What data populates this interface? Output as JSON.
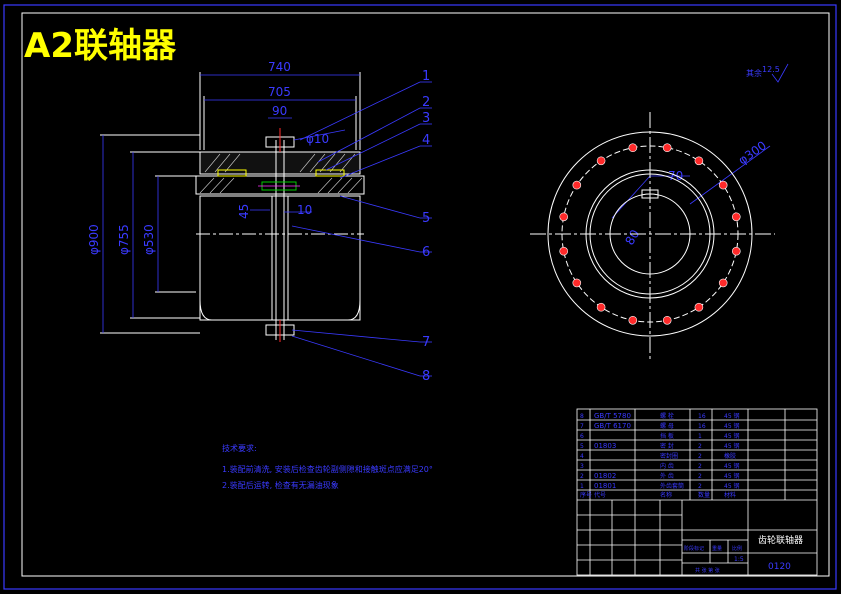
{
  "title": "A2联轴器",
  "colors": {
    "background": "#000000",
    "line": "#ffffff",
    "dim": "#3a3aff",
    "title": "#ffff00",
    "red": "#ff2a2a",
    "green": "#00c800",
    "magenta": "#ff33ff"
  },
  "dimensions": {
    "d740": "740",
    "d705": "705",
    "d90": "90",
    "phi10": "φ10",
    "d45": "45",
    "d10": "10",
    "phi900": "φ900",
    "phi755": "φ755",
    "phi530": "φ530",
    "phi300": "φ300",
    "d70": "70",
    "d80": "80"
  },
  "callouts": [
    "1",
    "2",
    "3",
    "4",
    "5",
    "6",
    "7",
    "8"
  ],
  "roughness": "其余",
  "roughness_value": "12.5",
  "notes": {
    "heading": "技术要求:",
    "line1": "1.装配前清洗, 安装后检查齿轮副侧隙和接触斑点应满足20°",
    "line2": "2.装配后运转, 检查有无漏油现象"
  },
  "bom_rows": [
    {
      "no": "8",
      "code": "GB/T 5780",
      "name": "螺 栓",
      "qty": "16",
      "mat": "45 钢"
    },
    {
      "no": "7",
      "code": "GB/T 6170",
      "name": "螺 母",
      "qty": "16",
      "mat": "45 钢"
    },
    {
      "no": "6",
      "code": "",
      "name": "挡 板",
      "qty": "1",
      "mat": "45 钢"
    },
    {
      "no": "5",
      "code": "01803",
      "name": "密 封",
      "qty": "2",
      "mat": "45 钢"
    },
    {
      "no": "4",
      "code": "",
      "name": "密封圈",
      "qty": "2",
      "mat": "橡胶"
    },
    {
      "no": "3",
      "code": "",
      "name": "内 齿",
      "qty": "2",
      "mat": "45 钢"
    },
    {
      "no": "2",
      "code": "01802",
      "name": "外 齿",
      "qty": "2",
      "mat": "45 钢"
    },
    {
      "no": "1",
      "code": "01801",
      "name": "外齿套筒",
      "qty": "2",
      "mat": "45 钢"
    }
  ],
  "bom_header": {
    "no": "序号",
    "code": "代号",
    "name": "名称",
    "qty": "数量",
    "mat": "材料"
  },
  "title_block": {
    "drawing_name": "齿轮联轴器",
    "drawing_no": "0120",
    "labels": [
      "阶段标记",
      "重量",
      "比例"
    ],
    "scale": "1:5",
    "sheet": "共 张 第 张"
  }
}
